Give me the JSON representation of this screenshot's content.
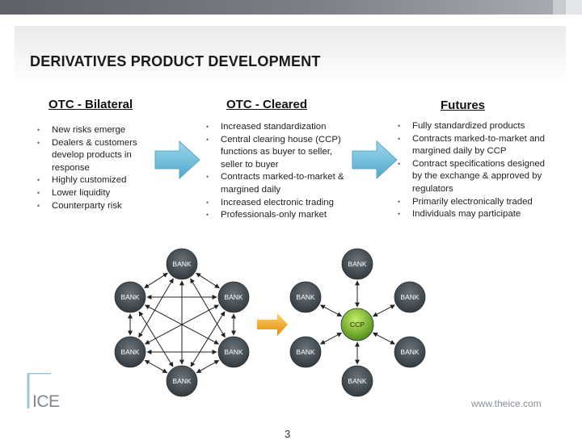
{
  "title": "DERIVATIVES PRODUCT DEVELOPMENT",
  "columns": [
    {
      "heading": "OTC - Bilateral",
      "bullets": [
        "New risks emerge",
        "Dealers & customers develop products in response",
        "Highly customized",
        "Lower liquidity",
        "Counterparty risk"
      ]
    },
    {
      "heading": "OTC - Cleared",
      "bullets": [
        "Increased standardization",
        "Central clearing house (CCP) functions as buyer to seller, seller to buyer",
        "Contracts marked-to-market & margined daily",
        "Increased electronic trading",
        "Professionals-only market"
      ]
    },
    {
      "heading": "Futures",
      "bullets": [
        "Fully standardized products",
        "Contracts marked-to-market and margined daily by CCP",
        "Contract specifications designed by the exchange & approved by regulators",
        "Primarily electronically traded",
        "Individuals may participate"
      ]
    }
  ],
  "diagram": {
    "bank_label": "BANK",
    "ccp_label": "CCP"
  },
  "footer": {
    "logo_text": "ICE",
    "url": "www.theice.com",
    "page_number": "3"
  },
  "colors": {
    "node": "#404a52",
    "ccp": "#7cb82f",
    "arrow": "#66b8d8",
    "center_arrow": "#f3a31a"
  }
}
